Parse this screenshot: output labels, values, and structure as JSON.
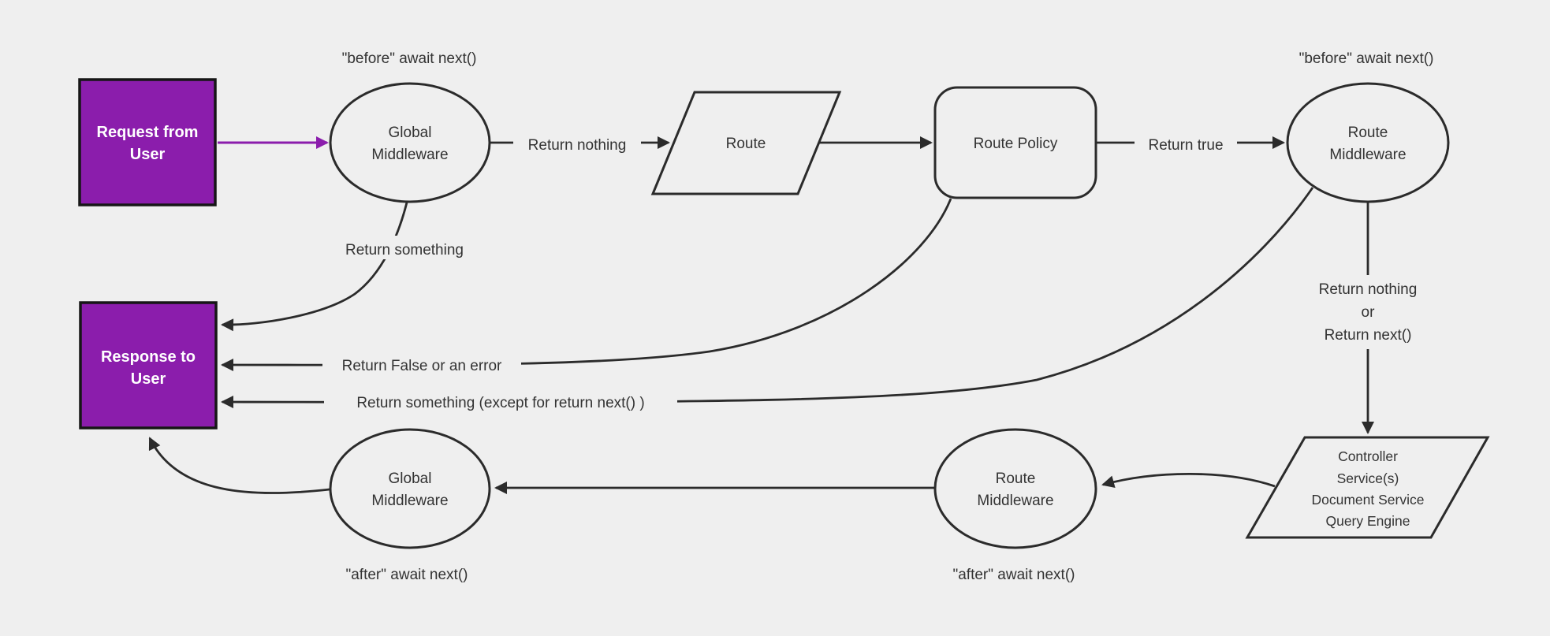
{
  "colors": {
    "background": "#efefef",
    "shape_fill": "#efefef",
    "shape_stroke": "#2b2b2b",
    "accent": "#8b1dac",
    "accent_border": "#161616",
    "text": "#333333",
    "text_on_accent": "#ffffff"
  },
  "nodes": {
    "request_from_user": {
      "lines": [
        "Request from",
        "User"
      ]
    },
    "global_middleware_top": {
      "lines": [
        "Global",
        "Middleware"
      ]
    },
    "route": {
      "label": "Route"
    },
    "route_policy": {
      "label": "Route Policy"
    },
    "route_middleware_top": {
      "lines": [
        "Route",
        "Middleware"
      ]
    },
    "response_to_user": {
      "lines": [
        "Response to",
        "User"
      ]
    },
    "controller_services": {
      "lines": [
        "Controller",
        "Service(s)",
        "Document Service",
        "Query Engine"
      ]
    },
    "route_middleware_bottom": {
      "lines": [
        "Route",
        "Middleware"
      ]
    },
    "global_middleware_bottom": {
      "lines": [
        "Global",
        "Middleware"
      ]
    }
  },
  "labels": {
    "before_await_left": "\"before\" await next()",
    "before_await_right": "\"before\" await next()",
    "after_await_left": "\"after\" await next()",
    "after_await_right": "\"after\" await next()",
    "return_nothing": "Return nothing",
    "return_true": "Return true",
    "return_something": "Return something",
    "return_false_or_error": "Return False or an error",
    "return_something_except": "Return something (except for return next() )",
    "return_nothing_or": [
      "Return nothing",
      "or",
      "Return next()"
    ]
  }
}
